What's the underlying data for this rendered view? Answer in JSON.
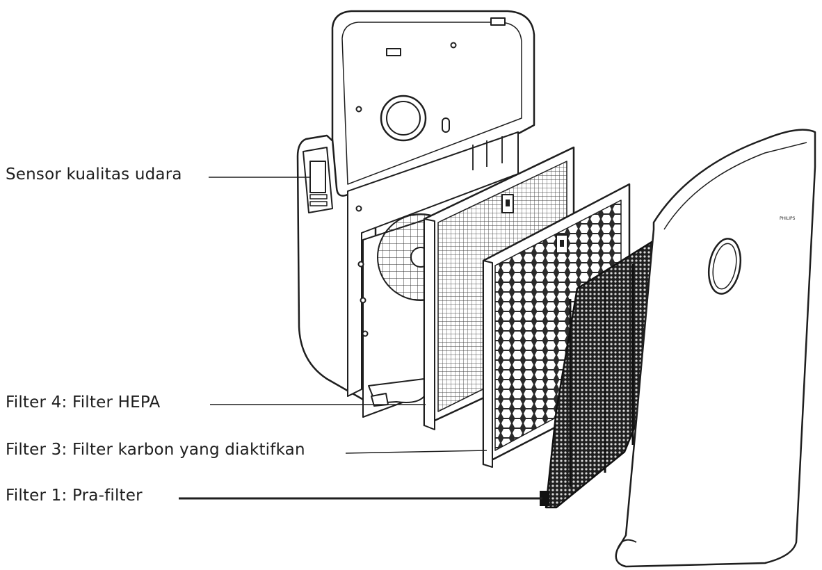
{
  "labels": {
    "sensor": "Sensor kualitas udara",
    "hepa": "Filter 4:  Filter HEPA",
    "carbon": "Filter 3:  Filter karbon yang diaktifkan",
    "prefilter": "Filter 1: Pra-filter"
  },
  "cover_logo_text": "PHILIPS",
  "colors": {
    "ink": "#1e1e1e",
    "background": "#ffffff",
    "mesh": "#2a2a2a"
  }
}
